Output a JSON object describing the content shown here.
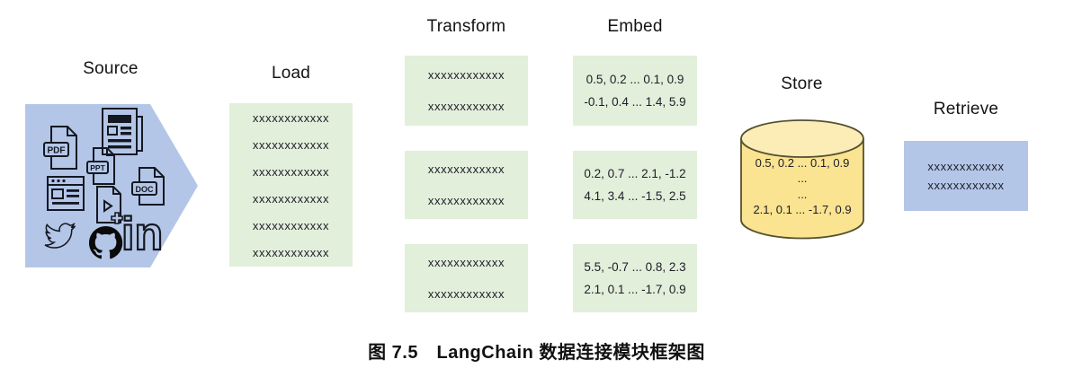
{
  "figure": {
    "caption": "图 7.5　LangChain 数据连接模块框架图"
  },
  "colors": {
    "source_arrow_blue": "#b4c6e7",
    "process_box_green": "#e2efda",
    "store_body_yellow": "#fae391",
    "store_top_yellow": "#fcedb6",
    "retrieve_box_blue": "#b4c6e7",
    "icon_ink": "#141821"
  },
  "stages": {
    "source": {
      "label": "Source",
      "icons": [
        "pdf-file",
        "news",
        "ppt-file",
        "web-page",
        "video-file",
        "doc-file",
        "twitter",
        "github",
        "linkedin"
      ],
      "badges": {
        "pdf": "PDF",
        "ppt": "PPT",
        "doc": "DOC",
        "linkedin": "in"
      }
    },
    "load": {
      "label": "Load",
      "rows": [
        "xxxxxxxxxxxx",
        "xxxxxxxxxxxx",
        "xxxxxxxxxxxx",
        "xxxxxxxxxxxx",
        "xxxxxxxxxxxx",
        "xxxxxxxxxxxx"
      ]
    },
    "transform": {
      "label": "Transform",
      "boxes": [
        [
          "xxxxxxxxxxxx",
          "xxxxxxxxxxxx"
        ],
        [
          "xxxxxxxxxxxx",
          "xxxxxxxxxxxx"
        ],
        [
          "xxxxxxxxxxxx",
          "xxxxxxxxxxxx"
        ]
      ]
    },
    "embed": {
      "label": "Embed",
      "boxes": [
        [
          "0.5, 0.2 ... 0.1, 0.9",
          "-0.1, 0.4 ... 1.4, 5.9"
        ],
        [
          "0.2, 0.7 ... 2.1, -1.2",
          "4.1, 3.4 ... -1.5, 2.5"
        ],
        [
          "5.5, -0.7 ... 0.8, 2.3",
          "2.1, 0.1 ... -1.7, 0.9"
        ]
      ]
    },
    "store": {
      "label": "Store",
      "rows": [
        "0.5, 0.2 ... 0.1, 0.9",
        "...",
        "...",
        "2.1, 0.1 ... -1.7, 0.9"
      ]
    },
    "retrieve": {
      "label": "Retrieve",
      "rows": [
        "xxxxxxxxxxxx",
        "xxxxxxxxxxxx"
      ]
    }
  }
}
